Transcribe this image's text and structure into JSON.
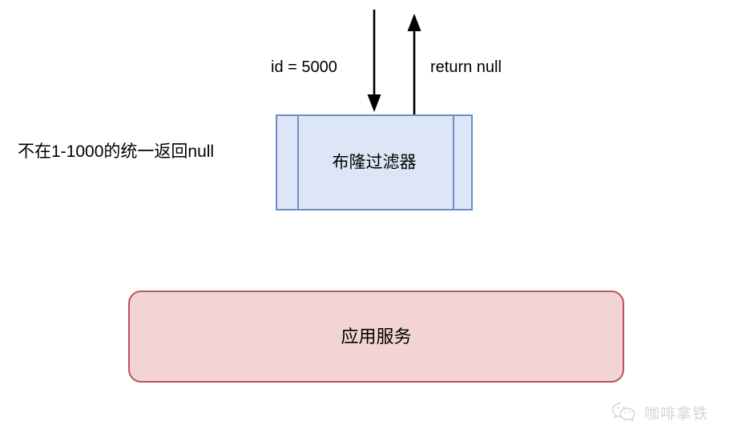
{
  "diagram": {
    "title_text_present": false,
    "background_color": "#ffffff",
    "nodes": {
      "bloom_filter": {
        "label": "布隆过滤器",
        "fill_color": "#dce6f7",
        "border_color": "#6d8ec4",
        "shape": "rectangle-with-side-dividers"
      },
      "application_service": {
        "label": "应用服务",
        "fill_color": "#f3d4d4",
        "border_color": "#b9545a",
        "shape": "rounded-rectangle"
      }
    },
    "labels": {
      "left_note": "不在1-1000的统一返回null",
      "request": "id = 5000",
      "response": "return null"
    },
    "arrows": [
      {
        "name": "request-arrow",
        "direction": "down",
        "label": "id = 5000",
        "color": "#000000"
      },
      {
        "name": "response-arrow",
        "direction": "up",
        "label": "return null",
        "color": "#000000"
      }
    ]
  },
  "watermark": {
    "text": "咖啡拿铁",
    "icon": "wechat-icon",
    "color": "#d5d5d5"
  }
}
